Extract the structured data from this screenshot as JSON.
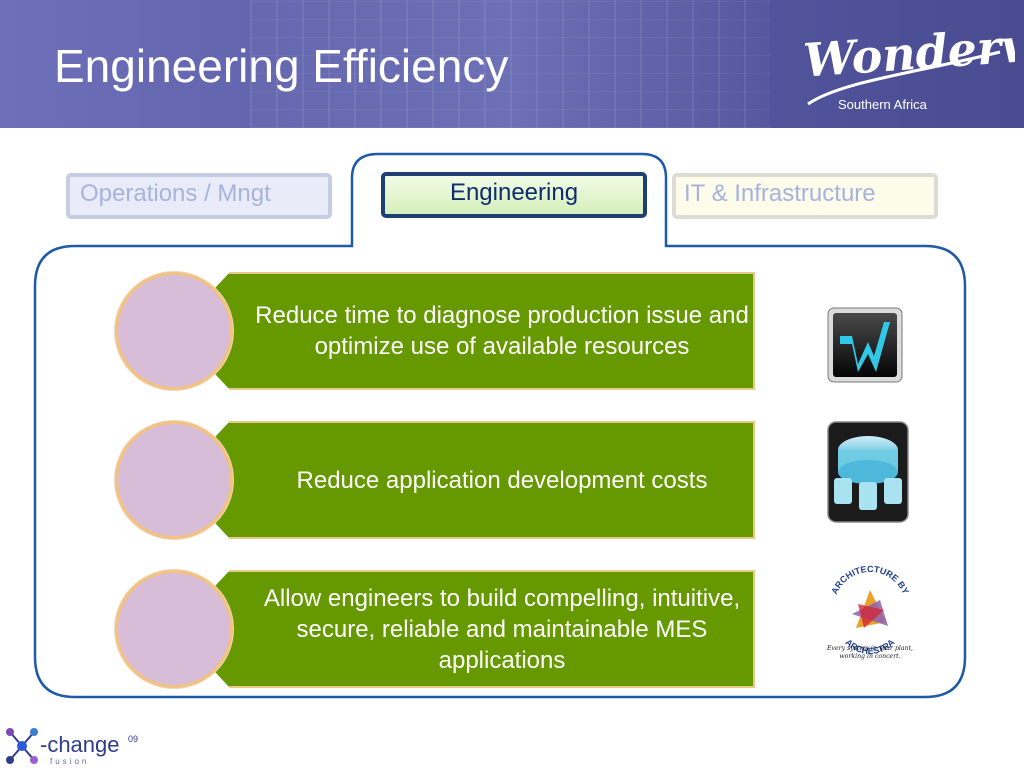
{
  "slide": {
    "title": "Engineering Efficiency",
    "logo": {
      "brand": "Wonderware",
      "subtitle": "Southern Africa",
      "icon": "wonderware-logo"
    },
    "tabs": [
      {
        "label": "Operations / Mngt",
        "state": "inactive"
      },
      {
        "label": "Engineering",
        "state": "active"
      },
      {
        "label": "IT & Infrastructure",
        "state": "inactive"
      }
    ],
    "items": [
      {
        "text": "Reduce time to diagnose production issue and optimize use of available resources",
        "icon": "intouch-w-icon"
      },
      {
        "text": "Reduce application development costs",
        "icon": "galaxy-repository-icon"
      },
      {
        "text": "Allow engineers to build compelling, intuitive, secure, reliable and maintainable MES applications",
        "icon": "architecture-by-archestra-logo"
      }
    ],
    "archestra": {
      "ring_text": "ARCHITECTURE BY",
      "brand": "ARCHESTRA",
      "tagline": "Every system in your plant, working in concert."
    },
    "footer_logo": {
      "brand": "change",
      "year": "09",
      "sub": "fusion",
      "icon": "x-change-logo"
    },
    "colors": {
      "banner": "#5658a3",
      "item_fill": "#669900",
      "circle": "#d7bdd8",
      "frame": "#1f5aa6",
      "active_tab_border": "#1e3f73"
    }
  }
}
